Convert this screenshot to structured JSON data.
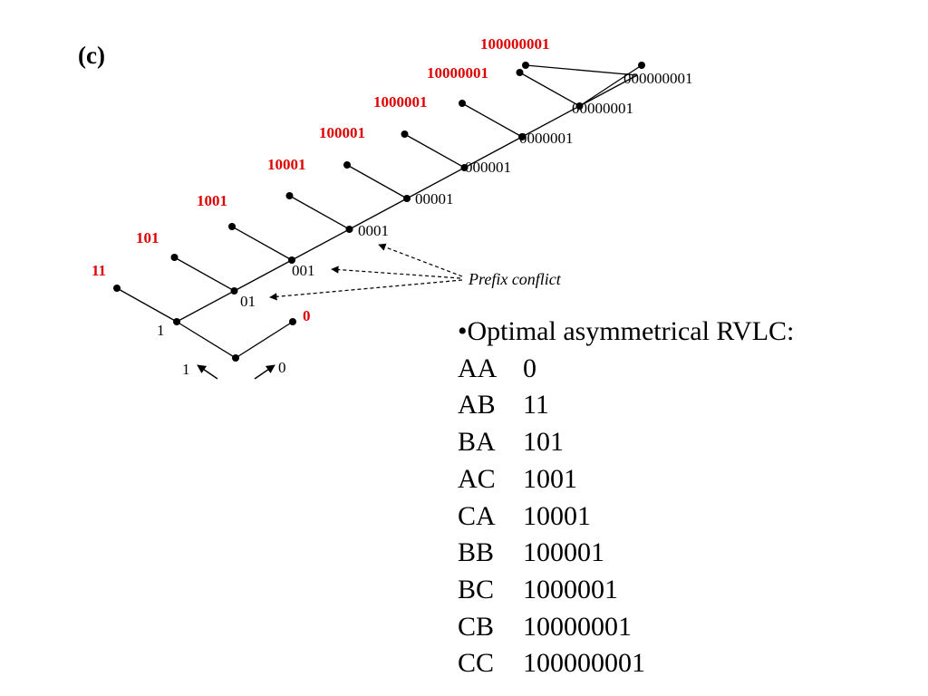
{
  "panel_label": "(c)",
  "tree": {
    "branch_1": "1",
    "branch_0": "0",
    "spine_labels": [
      "1",
      "01",
      "001",
      "0001",
      "00001",
      "000001",
      "0000001",
      "00000001",
      "000000001"
    ],
    "codeword_labels": [
      "0",
      "11",
      "101",
      "1001",
      "10001",
      "100001",
      "1000001",
      "10000001",
      "100000001"
    ],
    "annotation": "Prefix conflict",
    "colors": {
      "codeword": "#e00000",
      "edge": "#000000"
    }
  },
  "code_list": {
    "title": "•Optimal asymmetrical RVLC:",
    "rows": [
      {
        "symbol": "AA",
        "code": "0"
      },
      {
        "symbol": "AB",
        "code": "11"
      },
      {
        "symbol": "BA",
        "code": "101"
      },
      {
        "symbol": "AC",
        "code": "1001"
      },
      {
        "symbol": "CA",
        "code": "10001"
      },
      {
        "symbol": "BB",
        "code": "100001"
      },
      {
        "symbol": "BC",
        "code": "1000001"
      },
      {
        "symbol": "CB",
        "code": "10000001"
      },
      {
        "symbol": "CC",
        "code": "100000001"
      }
    ]
  }
}
